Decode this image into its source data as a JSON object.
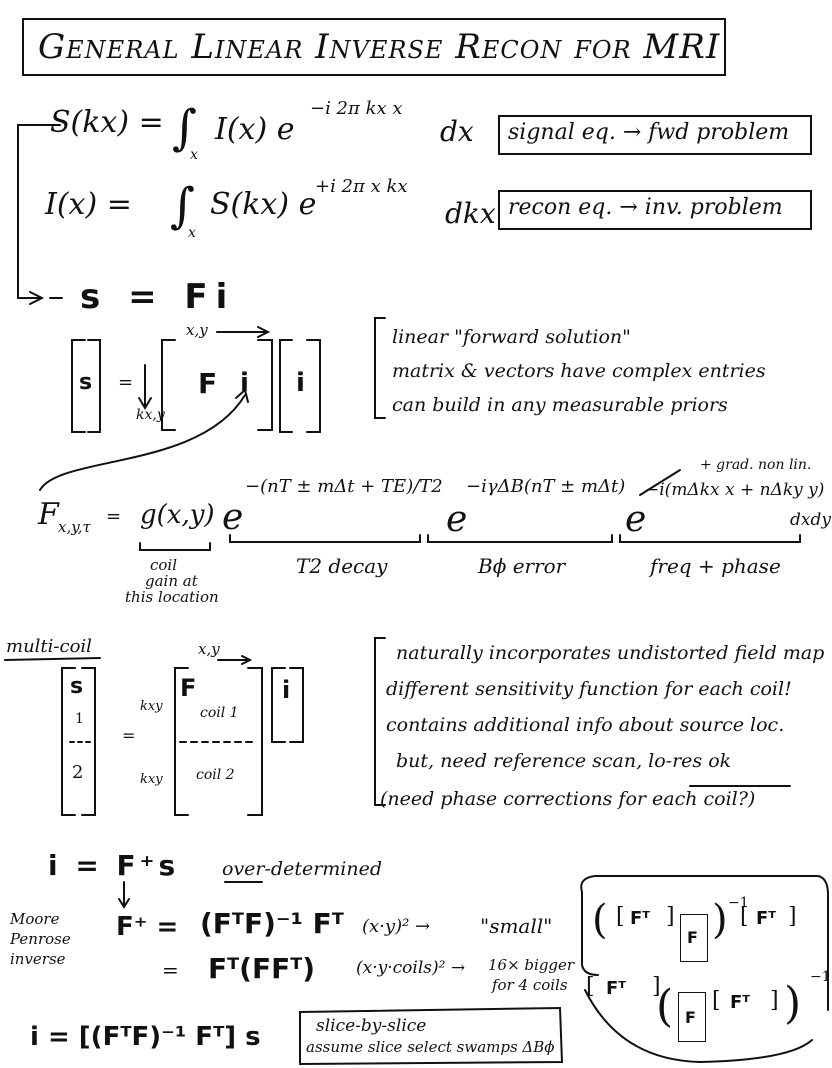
{
  "title": "General Linear Inverse Recon for MRI",
  "equations": {
    "signal": {
      "lhs": "S(kx) =",
      "integral": "∫",
      "sub": "x",
      "body": "I(x) e",
      "exponent": "−i 2π kx x",
      "tail": "dx",
      "note": "signal eq. → fwd problem"
    },
    "recon": {
      "lhs": "I(x) =",
      "integral": "∫",
      "sub": "x",
      "body": "S(kx) e",
      "exponent": "+i 2π x kx",
      "tail": "dkx",
      "note": "recon eq. → inv. problem"
    },
    "matrix_form": "s = Fi"
  },
  "forward_matrix": {
    "s_label": "s",
    "eq": "=",
    "k_label": "kx,y",
    "xy_label": "x,y",
    "F_label": "F",
    "i_inner": "i",
    "i_label": "i"
  },
  "linear_notes": [
    "linear \"forward solution\"",
    "matrix & vectors have complex entries",
    "can build in any measurable priors"
  ],
  "F_element": {
    "lhs": "F",
    "lhs_sub": "x,y,τ",
    "eq": "=",
    "g": "g(x,y)",
    "e1": "e",
    "e1_exp": "−(nT ± mΔt + TE)/T2",
    "e2": "e",
    "e2_exp": "−iγΔB(nT ± mΔt)",
    "e3": "e",
    "e3_exp": "−i(mΔkx x + nΔky y)",
    "tail": "dxdy",
    "nonlin_note": "+ grad. non lin.",
    "labels": {
      "coil": [
        "coil",
        "gain at",
        "this location"
      ],
      "t2": "T2 decay",
      "b0": "Bϕ error",
      "freq": "freq + phase"
    }
  },
  "multicoil": {
    "heading": "multi-coil",
    "s_label": "s",
    "row1": "1",
    "row2": "2",
    "eq": "=",
    "k1": "kxy",
    "k2": "kxy",
    "xy_label": "x,y",
    "F_label": "F",
    "coil1": "coil 1",
    "coil2": "coil 2",
    "i_label": "i",
    "notes": [
      "naturally incorporates undistorted field map",
      "different sensitivity function for each coil!",
      "contains additional info about source loc.",
      "but, need reference scan, lo-res ok",
      "(need phase corrections for each coil?)"
    ]
  },
  "inverse": {
    "line1": "i = F⁺s",
    "line1_note": "over-determined",
    "side_label": [
      "Moore",
      "Penrose",
      "inverse"
    ],
    "pinv_lhs": "F⁺ =",
    "pinv1": "(FᵀF)⁻¹ Fᵀ",
    "pinv1_note_a": "(x·y)² →",
    "pinv1_note_b": "\"small\"",
    "pinv2_lhs": "=",
    "pinv2": "Fᵀ(FFᵀ)",
    "pinv2_note_a": "(x·y·coils)² →",
    "pinv2_note_b": [
      "16× bigger",
      "for 4 coils"
    ],
    "box1": {
      "a": "Fᵀ",
      "b": "F",
      "exp": "−1",
      "c": "Fᵀ"
    },
    "box2": {
      "a": "Fᵀ",
      "b": "F",
      "c": "Fᵀ",
      "exp": "−1"
    },
    "final": "i = [(FᵀF)⁻¹ Fᵀ] s",
    "final_note": [
      "slice-by-slice",
      "assume slice select swamps ΔBϕ"
    ]
  }
}
